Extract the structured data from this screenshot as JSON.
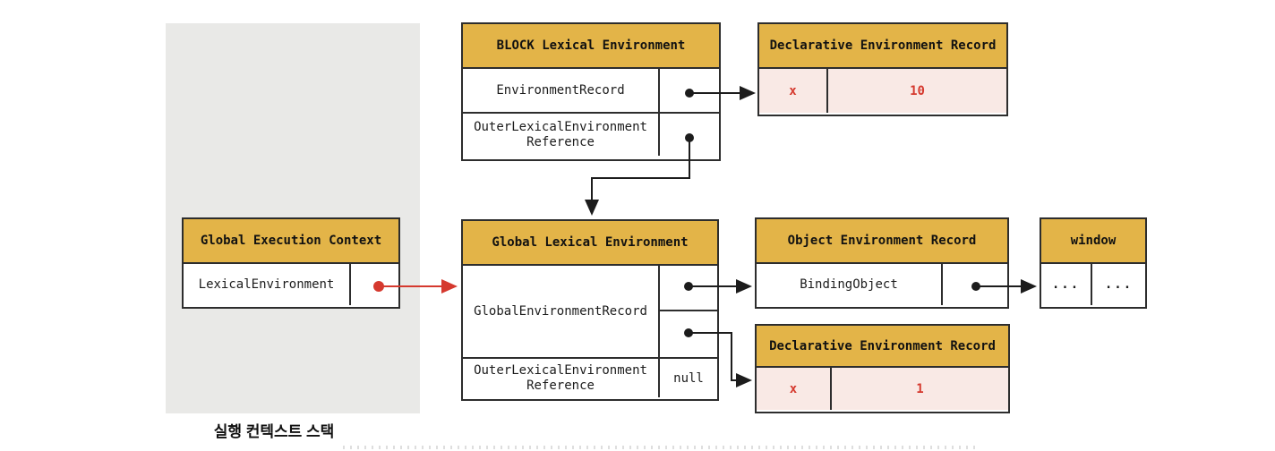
{
  "stack": {
    "label": "실행 컨텍스트 스택"
  },
  "gec": {
    "title": "Global Execution Context",
    "row1": "LexicalEnvironment"
  },
  "ble": {
    "title": "BLOCK Lexical Environment",
    "row1": "EnvironmentRecord",
    "row2_line1": "OuterLexicalEnvironment",
    "row2_line2": "Reference"
  },
  "der_top": {
    "title": "Declarative Environment Record",
    "key": "x",
    "value": "10"
  },
  "gle": {
    "title": "Global Lexical Environment",
    "row1": "GlobalEnvironmentRecord",
    "row2_line1": "OuterLexicalEnvironment",
    "row2_line2": "Reference",
    "row2_value": "null"
  },
  "oer": {
    "title": "Object Environment Record",
    "row1": "BindingObject"
  },
  "window_box": {
    "title": "window",
    "cell1": "...",
    "cell2": "..."
  },
  "der_bottom": {
    "title": "Declarative Environment Record",
    "key": "x",
    "value": "1"
  },
  "colors": {
    "header_bg": "#e3b448",
    "record_bg": "#f9e9e5",
    "record_text": "#d5392e",
    "arrow_red": "#d5392e",
    "line_color": "#1c1c1c",
    "stack_bg": "#e9e9e7",
    "border_color": "#2d2d2d"
  }
}
